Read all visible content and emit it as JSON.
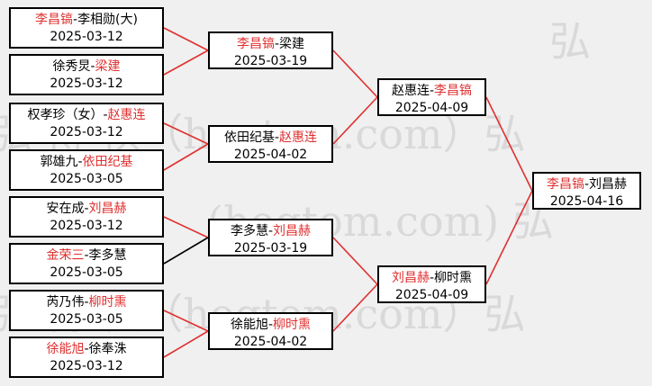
{
  "watermark": {
    "line1": "弘",
    "line2": "弘 博 棋（hoqtom.com）弘",
    "line3": "(hoqtom.com) 弘",
    "line4": "弘 博 棋（hoqtom.com）弘"
  },
  "rounds": [
    [
      {
        "a": "李昌镐",
        "sep": "-",
        "b": "李相勋(大)",
        "winner": "a",
        "date": "2025-03-12"
      },
      {
        "a": "徐秀炅",
        "sep": "-",
        "b": "梁建",
        "winner": "b",
        "date": "2025-03-12"
      },
      {
        "a": "权孝珍（女）",
        "sep": "-",
        "b": "赵惠连",
        "winner": "b",
        "date": "2025-03-12"
      },
      {
        "a": "郭雄九",
        "sep": "-",
        "b": "依田纪基",
        "winner": "b",
        "date": "2025-03-05"
      },
      {
        "a": "安在成",
        "sep": "-",
        "b": "刘昌赫",
        "winner": "b",
        "date": "2025-03-12"
      },
      {
        "a": "金荣三",
        "sep": "-",
        "b": "李多慧",
        "winner": "a",
        "date": "2025-03-05"
      },
      {
        "a": "芮乃伟",
        "sep": "-",
        "b": "柳时熏",
        "winner": "b",
        "date": "2025-03-05"
      },
      {
        "a": "徐能旭",
        "sep": "-",
        "b": "徐奉洙",
        "winner": "a",
        "date": "2025-03-12"
      }
    ],
    [
      {
        "a": "李昌镐",
        "sep": "-",
        "b": "梁建",
        "winner": "a",
        "date": "2025-03-19"
      },
      {
        "a": "依田纪基",
        "sep": "-",
        "b": "赵惠连",
        "winner": "b",
        "date": "2025-04-02"
      },
      {
        "a": "李多慧",
        "sep": "-",
        "b": "刘昌赫",
        "winner": "b",
        "date": "2025-03-19"
      },
      {
        "a": "徐能旭",
        "sep": "-",
        "b": "柳时熏",
        "winner": "b",
        "date": "2025-04-02"
      }
    ],
    [
      {
        "a": "赵惠连",
        "sep": "-",
        "b": "李昌镐",
        "winner": "b",
        "date": "2025-04-09"
      },
      {
        "a": "刘昌赫",
        "sep": "-",
        "b": "柳时熏",
        "winner": "a",
        "date": "2025-04-09"
      }
    ],
    [
      {
        "a": "李昌镐",
        "sep": "-",
        "b": "刘昌赫",
        "winner": "a",
        "date": "2025-04-16"
      }
    ]
  ],
  "connectors": [
    {
      "round": 0,
      "index": 0,
      "color": "#e03030"
    },
    {
      "round": 0,
      "index": 1,
      "color": "#e03030"
    },
    {
      "round": 0,
      "index": 2,
      "color": "#e03030"
    },
    {
      "round": 0,
      "index": 3,
      "color": "#e03030"
    },
    {
      "round": 0,
      "index": 4,
      "color": "#e03030"
    },
    {
      "round": 0,
      "index": 5,
      "color": "#000000"
    },
    {
      "round": 0,
      "index": 6,
      "color": "#e03030"
    },
    {
      "round": 0,
      "index": 7,
      "color": "#e03030"
    },
    {
      "round": 1,
      "index": 0,
      "color": "#e03030"
    },
    {
      "round": 1,
      "index": 1,
      "color": "#e03030"
    },
    {
      "round": 1,
      "index": 2,
      "color": "#e03030"
    },
    {
      "round": 1,
      "index": 3,
      "color": "#e03030"
    },
    {
      "round": 2,
      "index": 0,
      "color": "#e03030"
    },
    {
      "round": 2,
      "index": 1,
      "color": "#e03030"
    }
  ],
  "colors": {
    "winner": "#e03030",
    "text": "#000000",
    "line_loser": "#000000"
  }
}
